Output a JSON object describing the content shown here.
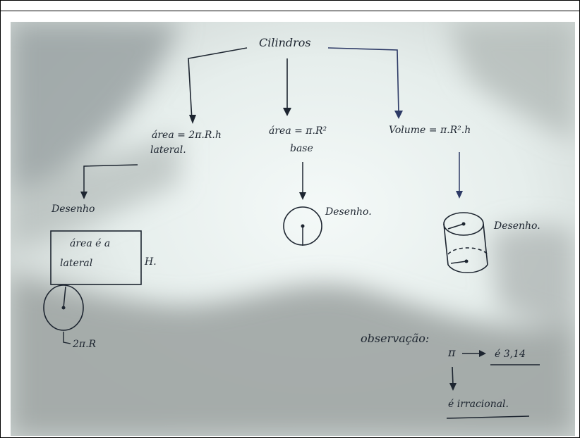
{
  "photo": {
    "title": "Cilindros",
    "branches": {
      "lateral": {
        "formula": "área = 2π.R.h",
        "sub": "lateral.",
        "drawing": "Desenho",
        "rect_line1": "área é a",
        "rect_line2": "lateral",
        "height_label": "H.",
        "circ_label": "2π.R"
      },
      "base": {
        "formula": "área = π.R²",
        "sub": "base",
        "drawing": "Desenho."
      },
      "volume": {
        "formula": "Volume = π.R².h",
        "drawing": "Desenho."
      }
    },
    "note": {
      "label": "observação:",
      "pi": "π",
      "pi_value": "é 3,14",
      "irrational": "é irracional."
    }
  }
}
